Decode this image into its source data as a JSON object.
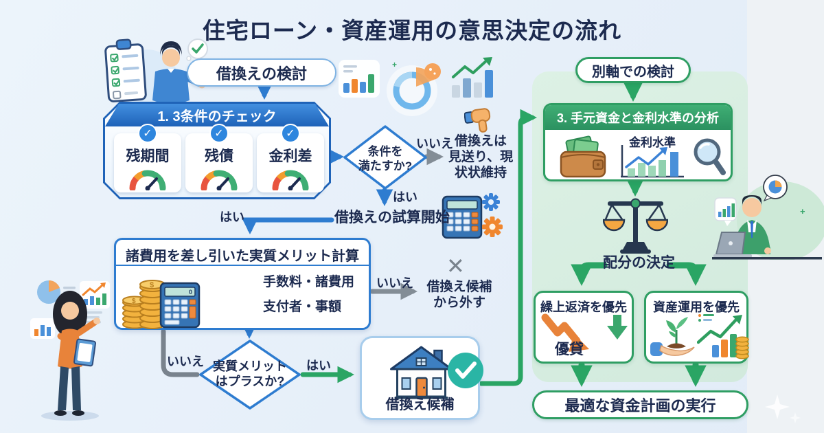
{
  "title": "住宅ローン・資産運用の意思決定の流れ",
  "colors": {
    "accent_blue": "#2e7cd0",
    "accent_green": "#2aa564",
    "accent_gray": "#838d96",
    "text_navy": "#1c2a4f",
    "panel_green": "#d9eee2",
    "alert_orange": "#e8833a"
  },
  "flow_left": {
    "start": "借換えの検討",
    "step1_header": "1. 3条件のチェック",
    "step1_cards": [
      {
        "label": "残期間",
        "icon": "gauge-icon",
        "badge": "check-circle-icon"
      },
      {
        "label": "残債",
        "icon": "gauge-icon",
        "badge": "check-circle-icon"
      },
      {
        "label": "金利差",
        "icon": "gauge-icon",
        "badge": "check-circle-icon"
      }
    ],
    "decision1_l1": "条件を",
    "decision1_l2": "満たすか?",
    "decision1_no": "いいえ",
    "decision1_yes": "はい",
    "reject1_l1": "借換えは",
    "reject1_l2": "見送り、現",
    "reject1_l3": "状状維持",
    "trial": "借換えの試算開始",
    "trial_yes": "はい",
    "step2_header": "諸費用を差し引いた実質メリット計算",
    "step2_item1": "手数料・諸費用",
    "step2_item2": "支付者・事額",
    "reject2_no": "いいえ",
    "reject2_cross": "✕",
    "reject2_l1": "借換え候補",
    "reject2_l2": "から外す",
    "decision2_l1": "実質メリット",
    "decision2_l2": "はプラスか?",
    "decision2_no": "いいえ",
    "decision2_yes": "はい",
    "candidate": "借換え候補"
  },
  "flow_right": {
    "start": "別軸での検討",
    "step3_header": "3. 手元資金と金利水準の分析",
    "step3_chart_label": "金利水準",
    "allocation": "配分の決定",
    "option1_title": "繰上返済を優先",
    "option1_note": "優貸",
    "option2_title": "資産運用を優先",
    "final": "最適な資金計画の実行"
  }
}
